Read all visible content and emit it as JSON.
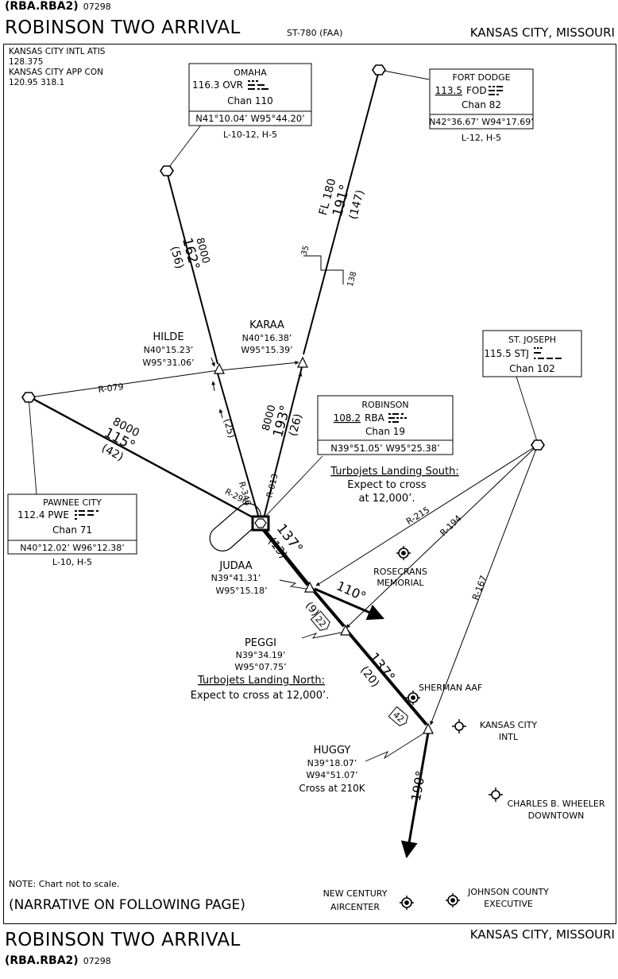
{
  "top_header": {
    "procedure_code": "(RBA.RBA2)",
    "chart_number": "07298",
    "title": "ROBINSON TWO ARRIVAL",
    "chart_id": "ST-780 (FAA)",
    "location": "KANSAS CITY, MISSOURI"
  },
  "bottom_header": {
    "title": "ROBINSON TWO ARRIVAL",
    "location": "KANSAS CITY, MISSOURI",
    "procedure_code": "(RBA.RBA2)",
    "chart_number": "07298"
  },
  "comms": [
    "KANSAS CITY INTL ATIS",
    "128.375",
    "KANSAS CITY APP CON",
    "120.95  318.1"
  ],
  "navaids": {
    "omaha": {
      "name": "OMAHA",
      "freq_line": "116.3  OVR",
      "chan": "Chan  110",
      "coords": "N41°10.04’ W95°44.20’",
      "charts": "L-10-12, H-5"
    },
    "fort_dodge": {
      "name": "FORT DODGE",
      "freq": "113.5",
      "ident": "FOD",
      "chan": "Chan  82",
      "coords": "N42°36.67’ W94°17.69’",
      "charts": "L-12, H-5"
    },
    "st_joseph": {
      "name": "ST. JOSEPH",
      "freq_line": "115.5  STJ",
      "chan": "Chan  102"
    },
    "robinson": {
      "name": "ROBINSON",
      "freq": "108.2",
      "ident": "RBA",
      "chan": "Chan  19",
      "coords": "N39°51.05’ W95°25.38’"
    },
    "pawnee_city": {
      "name": "PAWNEE CITY",
      "freq_line": "112.4  PWE",
      "chan": "Chan  71",
      "coords": "N40°12.02’ W96°12.38’",
      "charts": "L-10, H-5"
    }
  },
  "fixes": {
    "hilde": {
      "name": "HILDE",
      "lat": "N40°15.23’",
      "lon": "W95°31.06’"
    },
    "karaa": {
      "name": "KARAA",
      "lat": "N40°16.38’",
      "lon": "W95°15.39’"
    },
    "judaa": {
      "name": "JUDAA",
      "lat": "N39°41.31’",
      "lon": "W95°15.18’"
    },
    "peggi": {
      "name": "PEGGI",
      "lat": "N39°34.19’",
      "lon": "W95°07.75’"
    },
    "huggy": {
      "name": "HUGGY",
      "lat": "N39°18.07’",
      "lon": "W94°51.07’",
      "restriction": "Cross at 210K"
    }
  },
  "route_labels": {
    "ovr_alt": "8000",
    "ovr_course": "162°",
    "ovr_dist": "(56)",
    "fod_alt": "FL 180",
    "fod_course": "191°",
    "fod_dist": "(147)",
    "fod_mark_a": "35",
    "fod_mark_b": "138",
    "pwe_alt": "8000",
    "pwe_course": "115°",
    "pwe_dist": "(42)",
    "karaa_alt": "8000",
    "karaa_course": "193°",
    "karaa_dist": "(26)",
    "hilde_dist": "(25)",
    "r079": "R-079",
    "r346": "R-346",
    "r013": "R-013",
    "r296": "R-296",
    "r215": "R-215",
    "r194": "R-194",
    "r167": "R-167",
    "rba_course": "137°",
    "rba_dist": "(13)",
    "judaa_leg_dist": "(9)",
    "judaa_shield": "22",
    "judaa_heading": "110°",
    "peggi_course": "137°",
    "peggi_dist": "(20)",
    "peggi_shield": "42",
    "huggy_heading": "190°"
  },
  "notes": {
    "south_line1": "Turbojets Landing South:",
    "south_line2": "Expect to cross",
    "south_line3": "at 12,000’.",
    "north_line1": "Turbojets Landing North:",
    "north_line2": "Expect to cross at 12,000’.",
    "scale": "NOTE:  Chart not to scale.",
    "narrative": "(NARRATIVE ON FOLLOWING PAGE)"
  },
  "airports": {
    "rosecrans": [
      "ROSECRANS",
      "MEMORIAL"
    ],
    "sherman": "SHERMAN AAF",
    "kc_intl": [
      "KANSAS CITY",
      "INTL"
    ],
    "wheeler": [
      "CHARLES B. WHEELER",
      "DOWNTOWN"
    ],
    "new_century": [
      "NEW CENTURY",
      "AIRCENTER"
    ],
    "johnson": [
      "JOHNSON  COUNTY",
      "EXECUTIVE"
    ]
  }
}
